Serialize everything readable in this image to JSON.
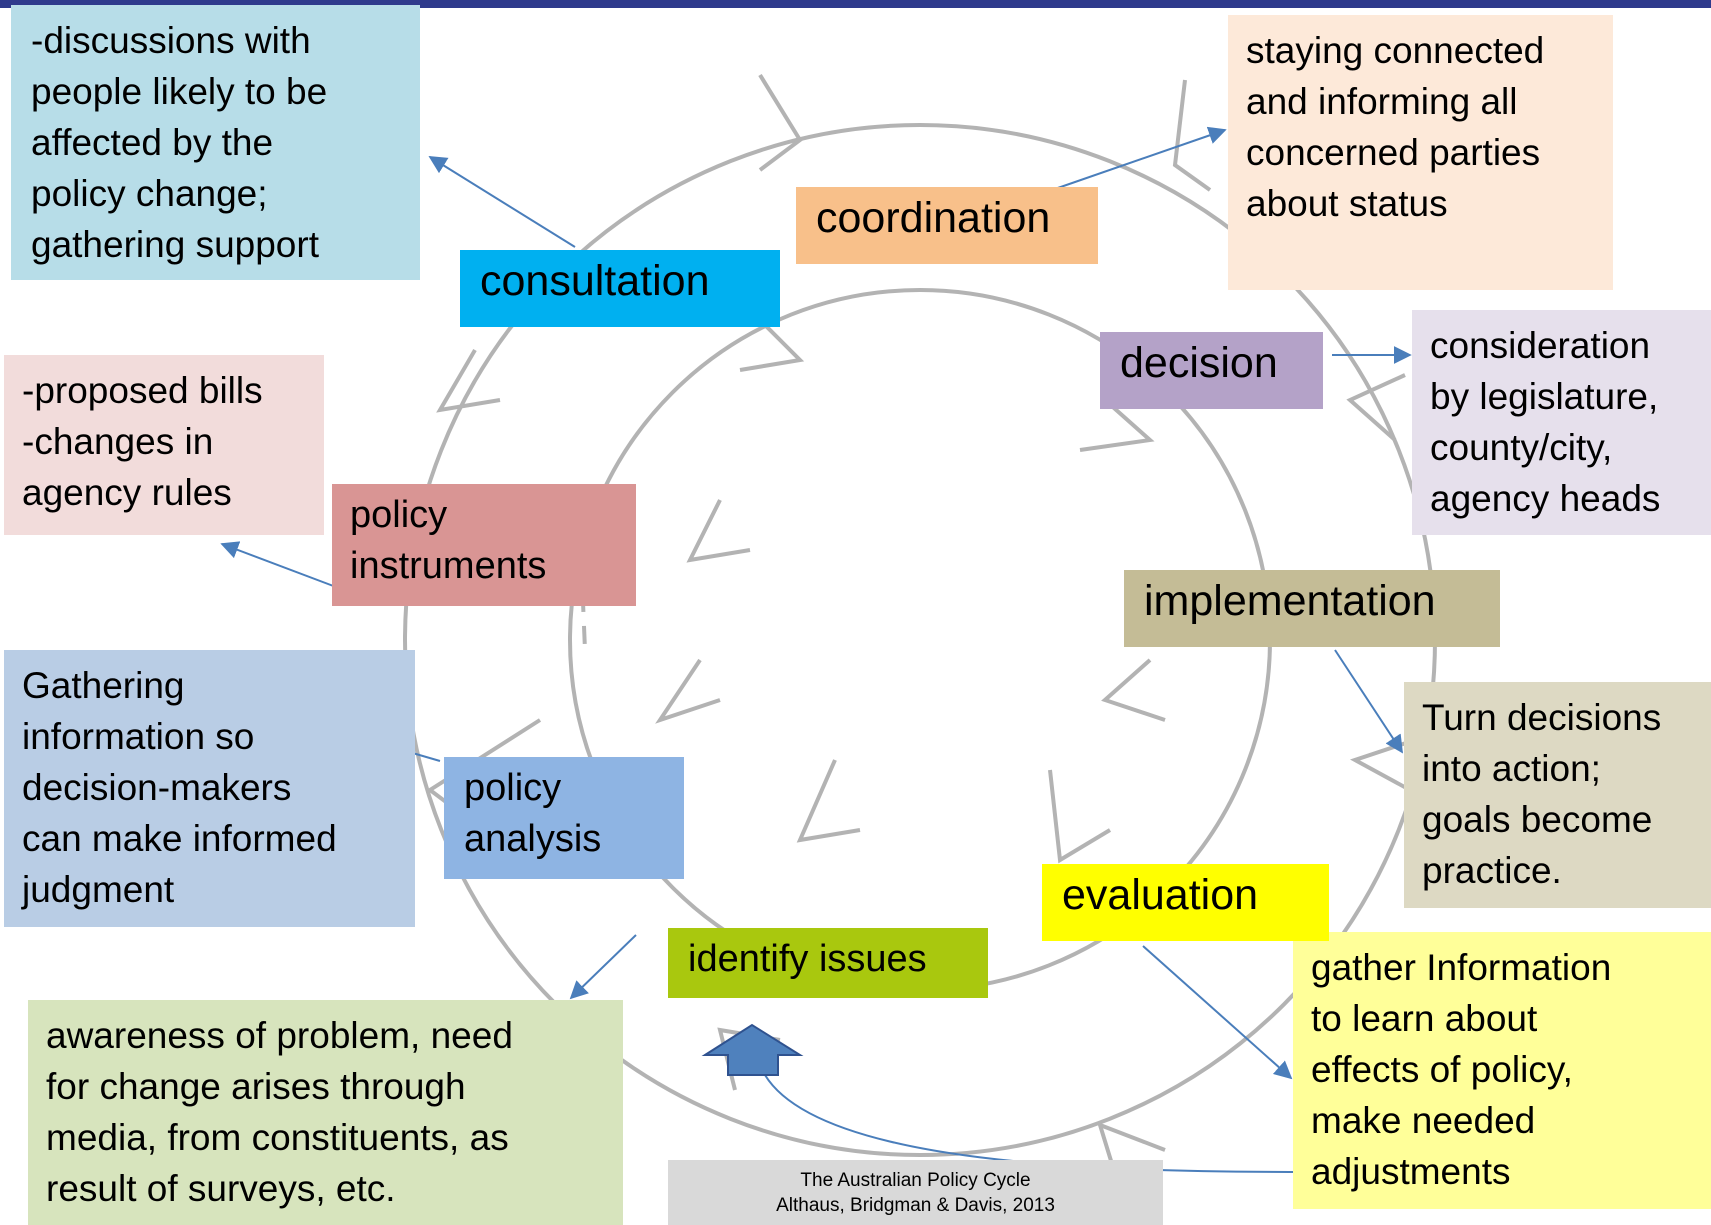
{
  "stages": {
    "consultation": "consultation",
    "coordination": "coordination",
    "decision": "decision",
    "implementation": "implementation",
    "evaluation": "evaluation",
    "identify_issues": "identify issues",
    "policy_analysis": "policy\nanalysis",
    "policy_instruments": "policy\ninstruments"
  },
  "notes": {
    "consultation": "-discussions with\npeople likely to be\naffected by the\npolicy change;\ngathering support",
    "coordination": "staying connected\nand informing all\nconcerned parties\nabout status",
    "decision": "consideration\nby legislature,\ncounty/city,\nagency heads",
    "implementation": "Turn decisions\ninto action;\ngoals become\npractice.",
    "evaluation": "gather Information\nto learn about\neffects of policy,\nmake needed\nadjustments",
    "identify_issues": "awareness of problem, need\nfor change arises through\nmedia, from constituents, as\nresult of surveys, etc.",
    "policy_analysis": "Gathering\ninformation so\ndecision-makers\ncan make informed\njudgment",
    "policy_instruments": "-proposed bills\n-changes in\nagency rules"
  },
  "citation": {
    "line1": "The Australian Policy Cycle",
    "line2": "Althaus, Bridgman & Davis, 2013"
  },
  "colors": {
    "consultation": "#00b0f0",
    "coordination": "#f8c08a",
    "decision": "#b4a2c8",
    "implementation": "#c4bc96",
    "evaluation": "#ffff00",
    "identify_issues": "#a9c80e",
    "policy_analysis": "#8eb4e3",
    "policy_instruments": "#d99594",
    "note_consultation": "#b7dde8",
    "note_coordination": "#fde9d9",
    "note_decision": "#e6e0ec",
    "note_implementation": "#ddd9c3",
    "note_evaluation": "#ffff99",
    "note_identify_issues": "#d7e4bd",
    "note_policy_analysis": "#b9cde5",
    "note_policy_instruments": "#f2dcdb",
    "arrow": "#4a7ebb"
  }
}
